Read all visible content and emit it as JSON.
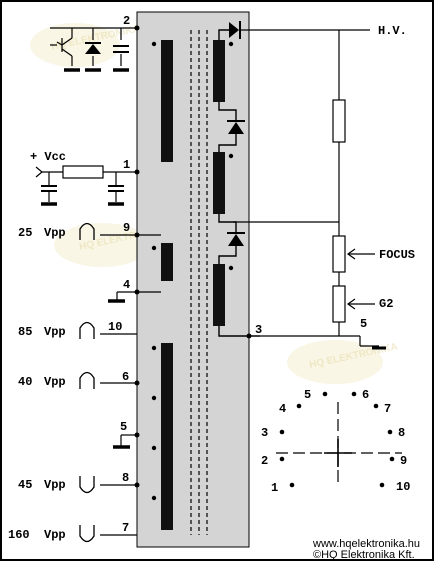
{
  "diagram": {
    "title_hv": "H.V.",
    "focus_label": "FOCUS",
    "g2_label": "G2",
    "vcc_label": "+ Vcc",
    "pins": {
      "p1": "1",
      "p2": "2",
      "p3": "3",
      "p4": "4",
      "p5": "5",
      "p6": "6",
      "p7": "7",
      "p8": "8",
      "p9": "9",
      "p10": "10",
      "p5_right": "5"
    },
    "pulse_inputs": [
      {
        "amp": "25",
        "unit": "Vpp"
      },
      {
        "amp": "85",
        "unit": "Vpp"
      },
      {
        "amp": "40",
        "unit": "Vpp"
      },
      {
        "amp": "45",
        "unit": "Vpp"
      },
      {
        "amp": "160",
        "unit": "Vpp"
      }
    ],
    "pinout": [
      "1",
      "2",
      "3",
      "4",
      "5",
      "6",
      "7",
      "8",
      "9",
      "10"
    ],
    "footer": {
      "url": "www.hqelektronika.hu",
      "copyright": "©HQ Elektronika Kft."
    },
    "watermarks": [
      "HQ ELEKTRONIKA"
    ]
  }
}
